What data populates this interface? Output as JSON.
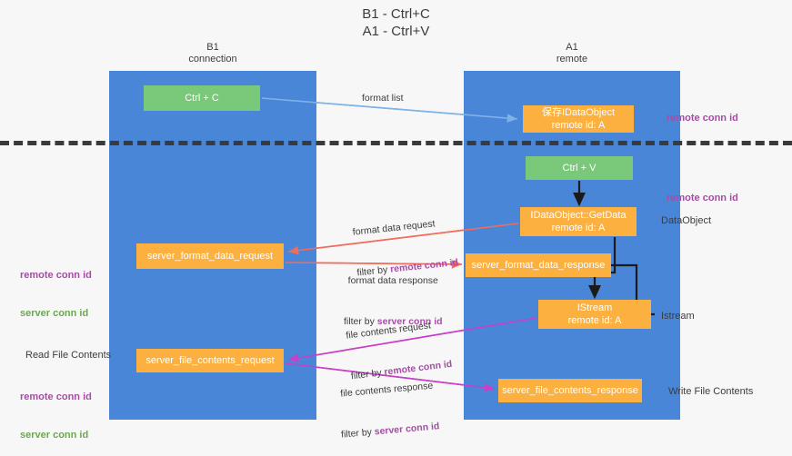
{
  "title": "B1 - Ctrl+C\nA1 - Ctrl+V",
  "columns": {
    "left": {
      "name": "B1",
      "role": "connection",
      "header": "B1\nconnection"
    },
    "right": {
      "name": "A1",
      "role": "remote",
      "header": "A1\nremote"
    }
  },
  "nodes": {
    "ctrl_c": {
      "label": "Ctrl + C",
      "color": "#7ac87a"
    },
    "ctrl_v": {
      "label": "Ctrl + V",
      "color": "#7ac87a"
    },
    "save_idataobject": {
      "label": "保存IDataObject\nremote id: A",
      "color": "#fbb040"
    },
    "get_data": {
      "label": "IDataObject::GetData\nremote id: A",
      "color": "#fbb040"
    },
    "server_format_data_request": {
      "label": "server_format_data_request",
      "color": "#fbb040"
    },
    "server_format_data_response": {
      "label": "server_format_data_response",
      "color": "#fbb040"
    },
    "istream": {
      "label": "IStream\nremote id: A",
      "color": "#fbb040"
    },
    "server_file_contents_request": {
      "label": "server_file_contents_request",
      "color": "#fbb040"
    },
    "server_file_contents_response": {
      "label": "server_file_contents_response",
      "color": "#fbb040"
    }
  },
  "edge_labels": {
    "format_list": "format list",
    "format_data_request": "format data request",
    "format_data_request_filter_prefix": "filter by ",
    "format_data_request_filter_key": "remote conn id",
    "format_data_response": "format data response",
    "format_data_response_filter_prefix": "filter by ",
    "format_data_response_filter_key": "server conn id",
    "file_contents_request": "file contents request",
    "file_contents_request_filter_prefix": "filter by ",
    "file_contents_request_filter_key": "remote conn id",
    "file_contents_response": "file contents response",
    "file_contents_response_filter_prefix": "filter by ",
    "file_contents_response_filter_key": "server conn id"
  },
  "annotations": {
    "remote_conn_id_top": "remote conn id",
    "remote_conn_id_mid": "remote conn id",
    "dataobject": "DataObject",
    "istream": "Istream",
    "write_file_contents": "Write File Contents",
    "read_file_contents": "Read File Contents",
    "left_remote_conn_id_1": "remote conn id",
    "left_server_conn_id_1": "server conn id",
    "left_remote_conn_id_2": "remote conn id",
    "left_server_conn_id_2": "server conn id"
  },
  "colors": {
    "lane": "#4a86d8",
    "green_node": "#7ac87a",
    "orange_node": "#fbb040",
    "purple_text": "#a64ca6",
    "green_text": "#6aa84f",
    "arrow_blue": "#7eb3e8",
    "arrow_red": "#f26b5b",
    "arrow_magenta": "#c83fc8",
    "arrow_black": "#1a1a1a",
    "divider": "#3a3a3a",
    "background": "#f7f7f7"
  }
}
